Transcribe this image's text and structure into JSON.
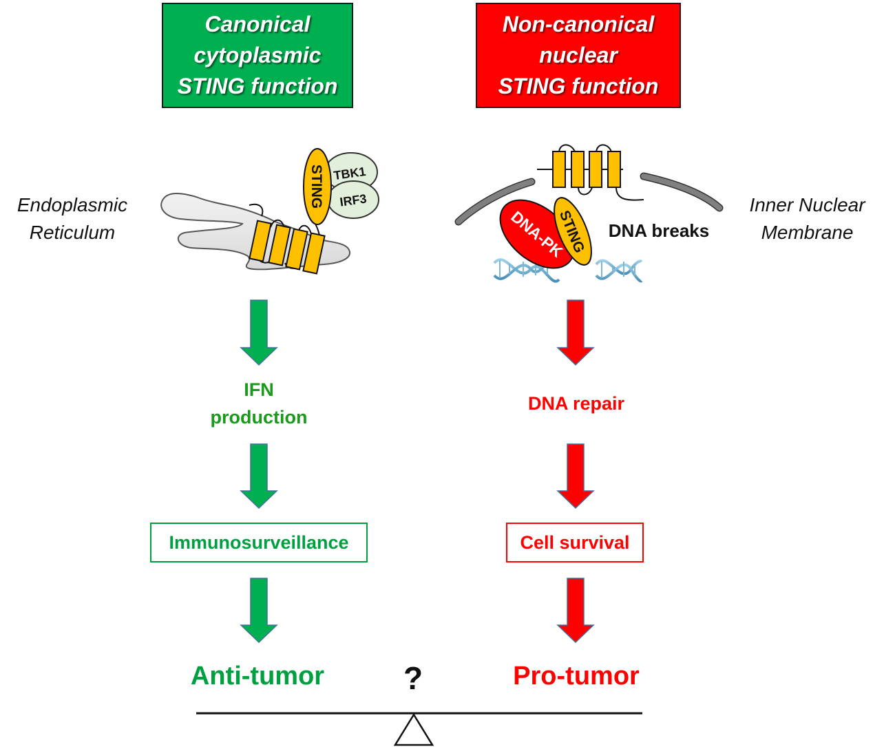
{
  "colors": {
    "canonical": "#00b050",
    "canonical_text": "#00a040",
    "ifn_text": "#1a9a1a",
    "noncanonical": "#ff0000",
    "sting_fill": "#ffc000",
    "partner_fill": "#e2efda",
    "membrane": "#7f7f7f"
  },
  "headers": {
    "canonical": [
      "Canonical",
      "cytoplasmic",
      "STING function"
    ],
    "noncanonical": [
      "Non-canonical",
      "nuclear",
      "STING function"
    ]
  },
  "side_labels": {
    "left": [
      "Endoplasmic",
      "Reticulum"
    ],
    "right": [
      "Inner Nuclear",
      "Membrane"
    ]
  },
  "protein_labels": {
    "sting": "STING",
    "tbk1": "TBK1",
    "irf3": "IRF3",
    "dnapk": "DNA-PK",
    "dna_breaks": "DNA breaks"
  },
  "left_pathway": {
    "step1": [
      "IFN",
      "production"
    ],
    "step2": "Immunosurveillance",
    "outcome": "Anti-tumor"
  },
  "right_pathway": {
    "step1": "DNA repair",
    "step2": "Cell survival",
    "outcome": "Pro-tumor"
  },
  "balance": {
    "question": "?"
  },
  "icons": [
    "down-arrow-icon",
    "balance-fulcrum-icon",
    "dna-helix-icon",
    "er-organelle-icon",
    "membrane-helix-icon"
  ]
}
